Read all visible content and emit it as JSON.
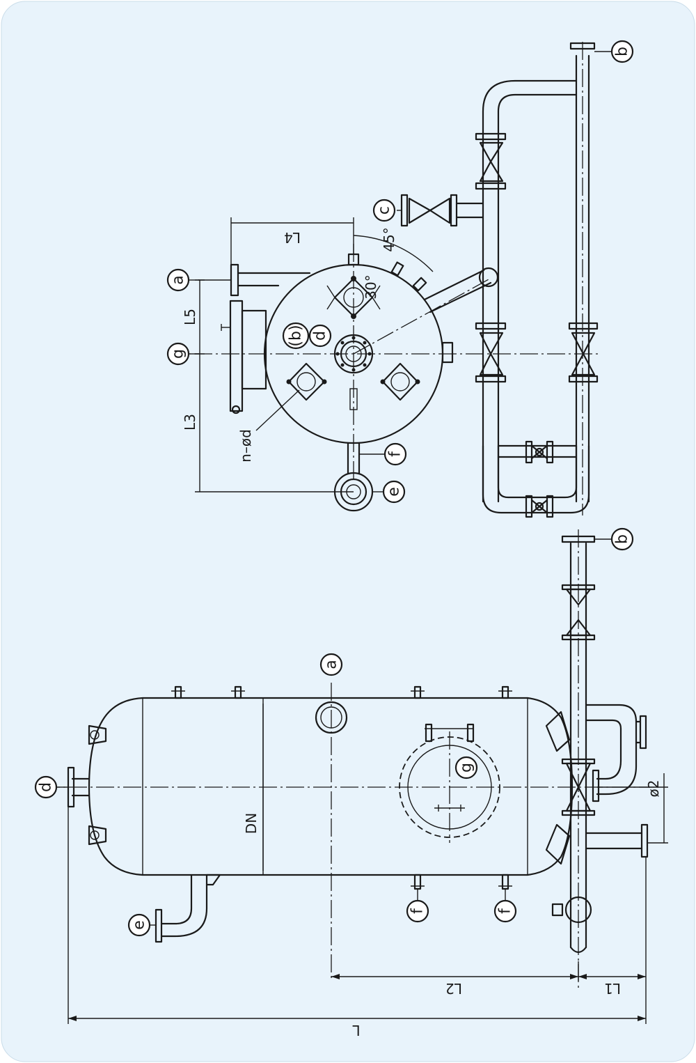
{
  "colors": {
    "background": "#e8f3fb",
    "ink": "#1a1a1a"
  },
  "nozzle_tags": {
    "a": "a",
    "b": "b",
    "b_paren": "(b)",
    "c": "c",
    "d": "d",
    "e": "e",
    "f": "f",
    "g": "g"
  },
  "dimensions": {
    "L": "L",
    "L1": "L1",
    "L2": "L2",
    "L3": "L3",
    "L4": "L4",
    "L5": "L5",
    "DN": "DN",
    "phi2": "ø2",
    "n_phi_d": "n–ød",
    "angle_45": "45°",
    "angle_30": "30°"
  }
}
